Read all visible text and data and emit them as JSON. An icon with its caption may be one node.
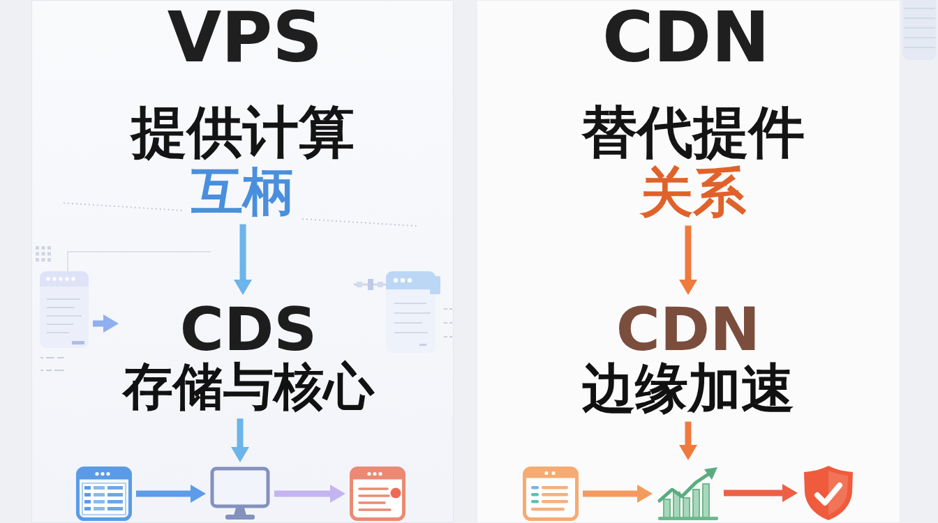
{
  "diagram": {
    "nodes": [
      {
        "text": [
          "VPS"
        ]
      },
      {
        "text": [
          "提供计算",
          "互柄"
        ],
        "in": 0
      },
      {
        "text": [],
        "shape": "window",
        "in": 0
      },
      {
        "text": [
          "CDS",
          "存储与核心"
        ],
        "in": 0
      },
      {
        "text": [],
        "shape": "window",
        "in": 0
      },
      {
        "text": [],
        "shape": "window",
        "in": 0
      },
      {
        "text": [],
        "shape": "monitor",
        "in": 0
      },
      {
        "text": [],
        "shape": "window",
        "in": 0
      },
      {
        "text": [
          "CDN"
        ]
      },
      {
        "text": [
          "替代提件",
          "关系"
        ],
        "in": 8
      },
      {
        "text": [
          "CDN",
          "边缘加速"
        ],
        "in": 8
      },
      {
        "text": [],
        "shape": "window",
        "in": 8
      },
      {
        "text": [],
        "shape": "chart",
        "in": 8
      },
      {
        "text": [],
        "shape": "shield",
        "in": 8
      }
    ],
    "edges": [
      {
        "from": 1,
        "to": 3,
        "arrow": "to",
        "color": "#6cb4ea"
      },
      {
        "from": 2,
        "to": 3,
        "arrow": "to",
        "color": "#8fb0ee"
      },
      {
        "from": 3,
        "to": 6,
        "arrow": "to",
        "color": "#6cb4ea"
      },
      {
        "from": 5,
        "to": 6,
        "arrow": "to",
        "color": "#5c9ce8"
      },
      {
        "from": 6,
        "to": 7,
        "arrow": "to",
        "color": "#c5b4f2"
      },
      {
        "from": 9,
        "to": 10,
        "arrow": "to",
        "color": "#f07a3c"
      },
      {
        "from": 10,
        "to": 12,
        "arrow": "to",
        "color": "#f07a3c"
      },
      {
        "from": 11,
        "to": 12,
        "arrow": "to",
        "color": "#f59a5e"
      },
      {
        "from": 12,
        "to": 13,
        "arrow": "to",
        "color": "#ee5f45"
      }
    ]
  }
}
